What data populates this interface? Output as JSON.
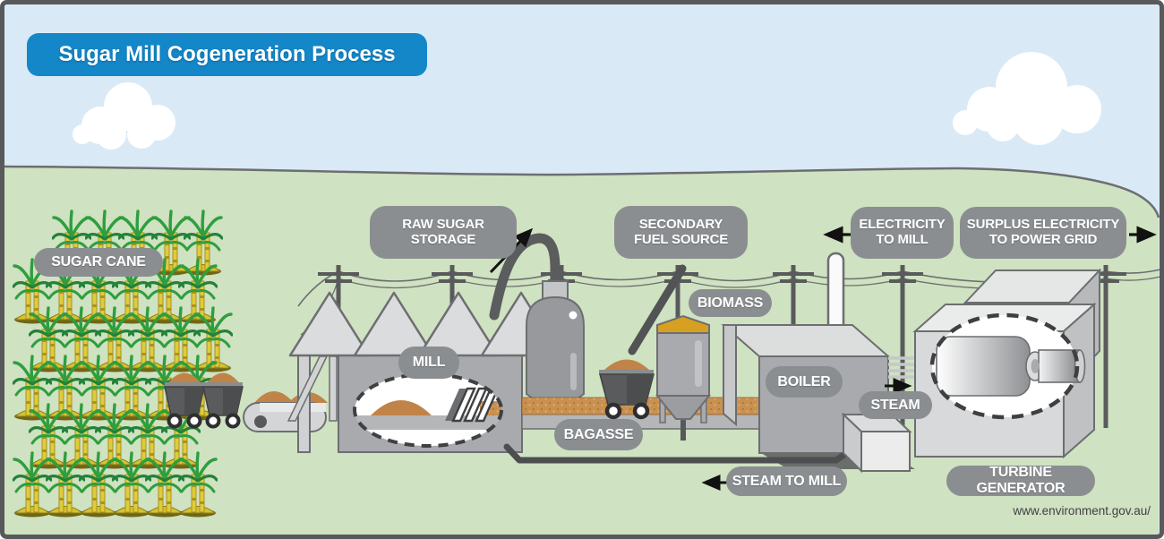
{
  "title": "Sugar Mill Cogeneration Process",
  "footer": {
    "source_url": "www.environment.gov.au/"
  },
  "labels": {
    "sugar_cane": "SUGAR CANE",
    "raw_sugar_storage": "RAW SUGAR\nSTORAGE",
    "secondary_fuel_source": "SECONDARY\nFUEL SOURCE",
    "biomass": "BIOMASS",
    "mill": "MILL",
    "boiler": "BOILER",
    "steam": "STEAM",
    "bagasse": "BAGASSE",
    "steam_to_mill": "STEAM TO MILL",
    "turbine_generator": "TURBINE GENERATOR",
    "electricity_to_mill": "ELECTRICITY\nTO MILL",
    "surplus_electricity_to_power_grid": "SURPLUS ELECTRICITY\nTO POWER GRID"
  },
  "icons": {
    "arrow_left": "←",
    "arrow_right": "→",
    "arrow_up_right": "↗",
    "cloud": "☁",
    "magnifier_ellipse": "dashed-ellipse"
  },
  "colors": {
    "title_banner_blue": "#1487c8",
    "label_pill_gray": "#8b8e91",
    "sky_blue": "#d9eaf6",
    "grass_green": "#cfe2c1",
    "outline_gray": "#6d6e71",
    "border_gray": "#58595b",
    "building_light": "#dbdcdd",
    "building_mid": "#a8aaad",
    "bagasse_brown": "#c9914f",
    "pile_brown": "#c08448",
    "cane_green": "#2f9e3f",
    "cane_stalk_yellow": "#e0cb3b",
    "biomass_gold": "#d7a021"
  }
}
